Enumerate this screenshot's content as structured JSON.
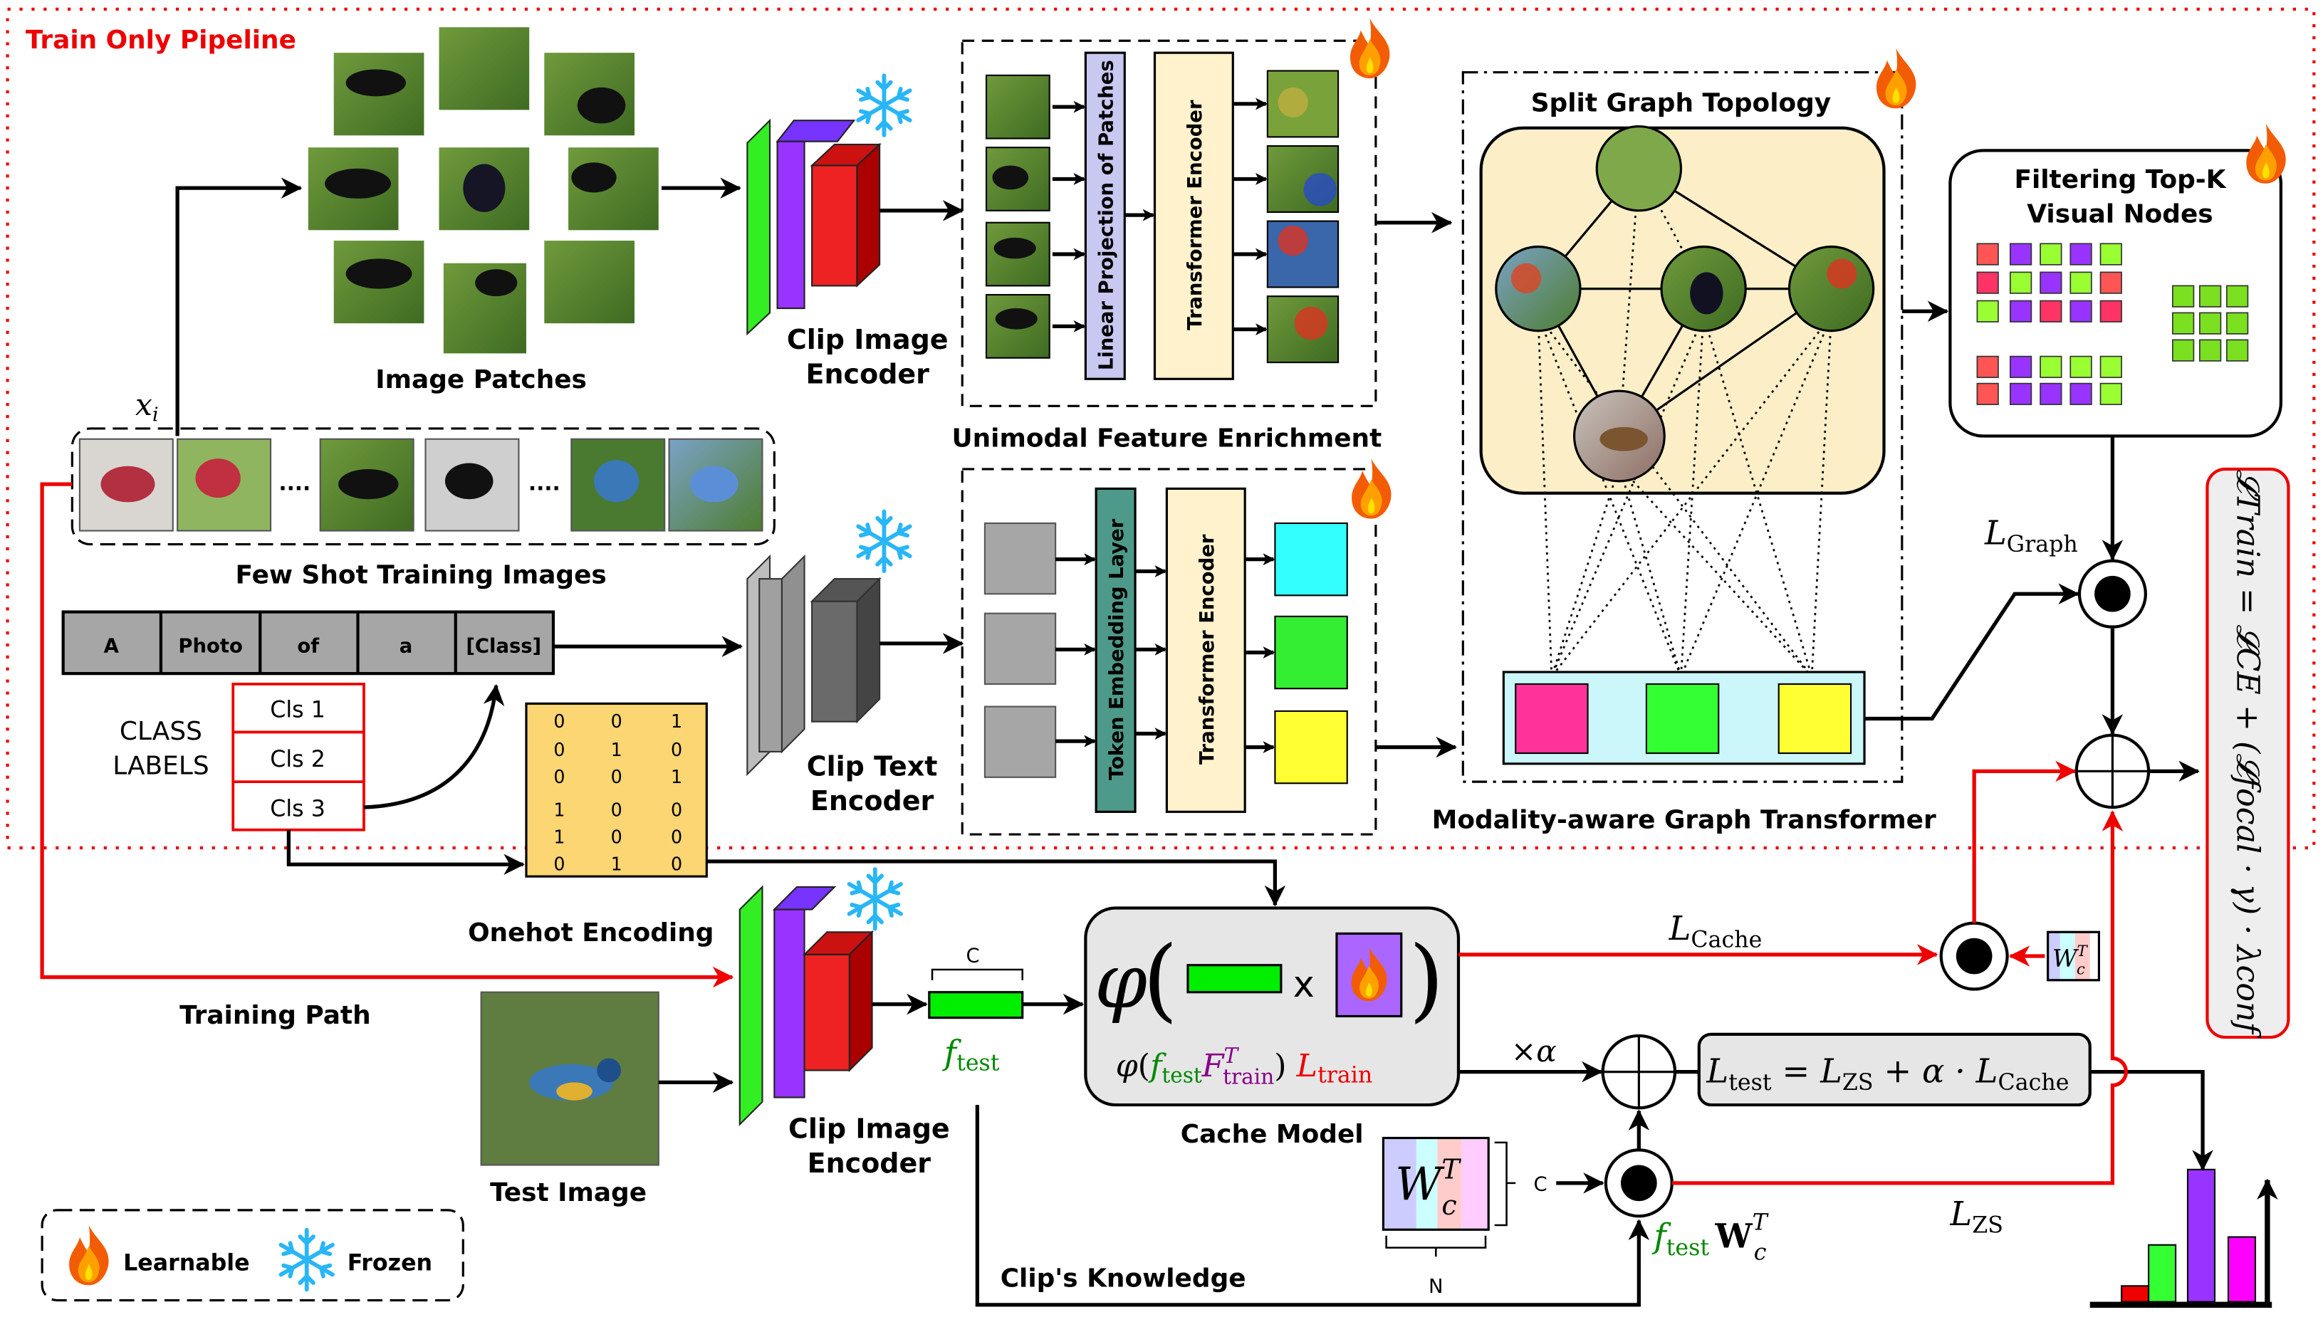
{
  "title": "Train Only Pipeline",
  "labels": {
    "image_patches": "Image Patches",
    "clip_image_encoder_1": "Clip Image",
    "clip_image_encoder_2": "Encoder",
    "linear_projection": "Linear Projection of Patches",
    "transformer_encoder": "Transformer Encoder",
    "unimodal": "Unimodal Feature Enrichment",
    "split_graph": "Split Graph Topology",
    "filtering_1": "Filtering Top-K",
    "filtering_2": "Visual Nodes",
    "graph_transformer": "Modality-aware Graph Transformer",
    "x_i": "x",
    "x_i_sub": "i",
    "few_shot": "Few Shot Training Images",
    "ellipsis": "....",
    "class_1": "CLASS",
    "class_2": "LABELS",
    "clip_text_1": "Clip Text",
    "clip_text_2": "Encoder",
    "token_embedding": "Token Embedding Layer",
    "onehot": "Onehot Encoding",
    "training_path": "Training Path",
    "test_image": "Test Image",
    "cache_model": "Cache Model",
    "clips_knowledge": "Clip's Knowledge",
    "c": "C",
    "n": "N",
    "x_mult": "x",
    "learnable": "Learnable",
    "frozen": "Frozen"
  },
  "prompt": [
    "A",
    "Photo",
    "of",
    "a",
    "[Class]"
  ],
  "class_labels": [
    "Cls 1",
    "Cls 2",
    "Cls 3"
  ],
  "onehot_matrix": [
    [
      "0",
      "0",
      "1"
    ],
    [
      "0",
      "1",
      "0"
    ],
    [
      "0",
      "0",
      "1"
    ],
    [
      "1",
      "0",
      "0"
    ],
    [
      "1",
      "0",
      "0"
    ],
    [
      "0",
      "1",
      "0"
    ]
  ],
  "math": {
    "L": "L",
    "graph_sub": "Graph",
    "cache_sub": "Cache",
    "zs_sub": "ZS",
    "test_sub": "test",
    "train_sub": "train",
    "phi": "φ",
    "f": "f",
    "F": "F",
    "T": "T",
    "W": "W",
    "c": "c",
    "times_alpha": "×α",
    "ltest_eq": "= ",
    "plus_alpha": " + α · ",
    "ltrain_formula": "𝓛Train = 𝓛CE + (𝓛focal · γ) · λconf"
  },
  "colors": {
    "red": "#ee0000",
    "green": "#33ff33",
    "purple": "#9933ff",
    "cyan": "#33ffff",
    "yellow": "#ffff33",
    "pink": "#ff3399",
    "magenta": "#ff00ff",
    "transformer": "#fff2cc",
    "linear": "#c8c8f0",
    "token": "#4d9a8a",
    "graph_bg": "#fcefc8",
    "onehot": "#fbd672"
  },
  "icons": [
    "fire-icon",
    "snowflake-icon"
  ],
  "output_histogram": [
    0.12,
    0.43,
    1.0,
    0.49
  ]
}
